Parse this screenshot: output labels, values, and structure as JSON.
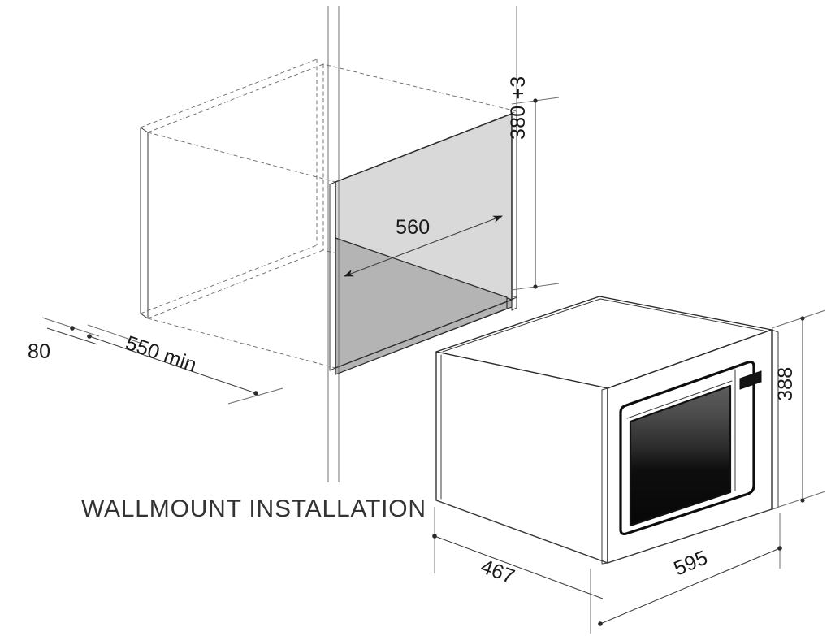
{
  "drawing": {
    "title": "WALLMOUNT INSTALLATION",
    "type": "isometric-installation-diagram",
    "subject": "built-in microwave oven niche cut-out",
    "units": "mm",
    "line_color": "#2b2b2b",
    "panel_light_color": "#d9d9d9",
    "panel_mid_color": "#b4b4b4"
  },
  "dimensions": {
    "niche_width": "560",
    "niche_height": "380 +3",
    "niche_depth": "550 min",
    "front_offset": "80",
    "appliance_depth": "467",
    "appliance_width": "595",
    "appliance_height": "388"
  },
  "labels": {
    "niche_width_label": "560",
    "niche_height_label": "380 +3",
    "niche_depth_label": "550 min",
    "front_offset_label": "80",
    "appliance_depth_label": "467",
    "appliance_width_label": "595",
    "appliance_height_label": "388"
  },
  "appliance": {
    "name": "built-in microwave oven",
    "door_window": "tinted glass panel",
    "control_panel": "right side vertical control strip",
    "display": "display window"
  }
}
